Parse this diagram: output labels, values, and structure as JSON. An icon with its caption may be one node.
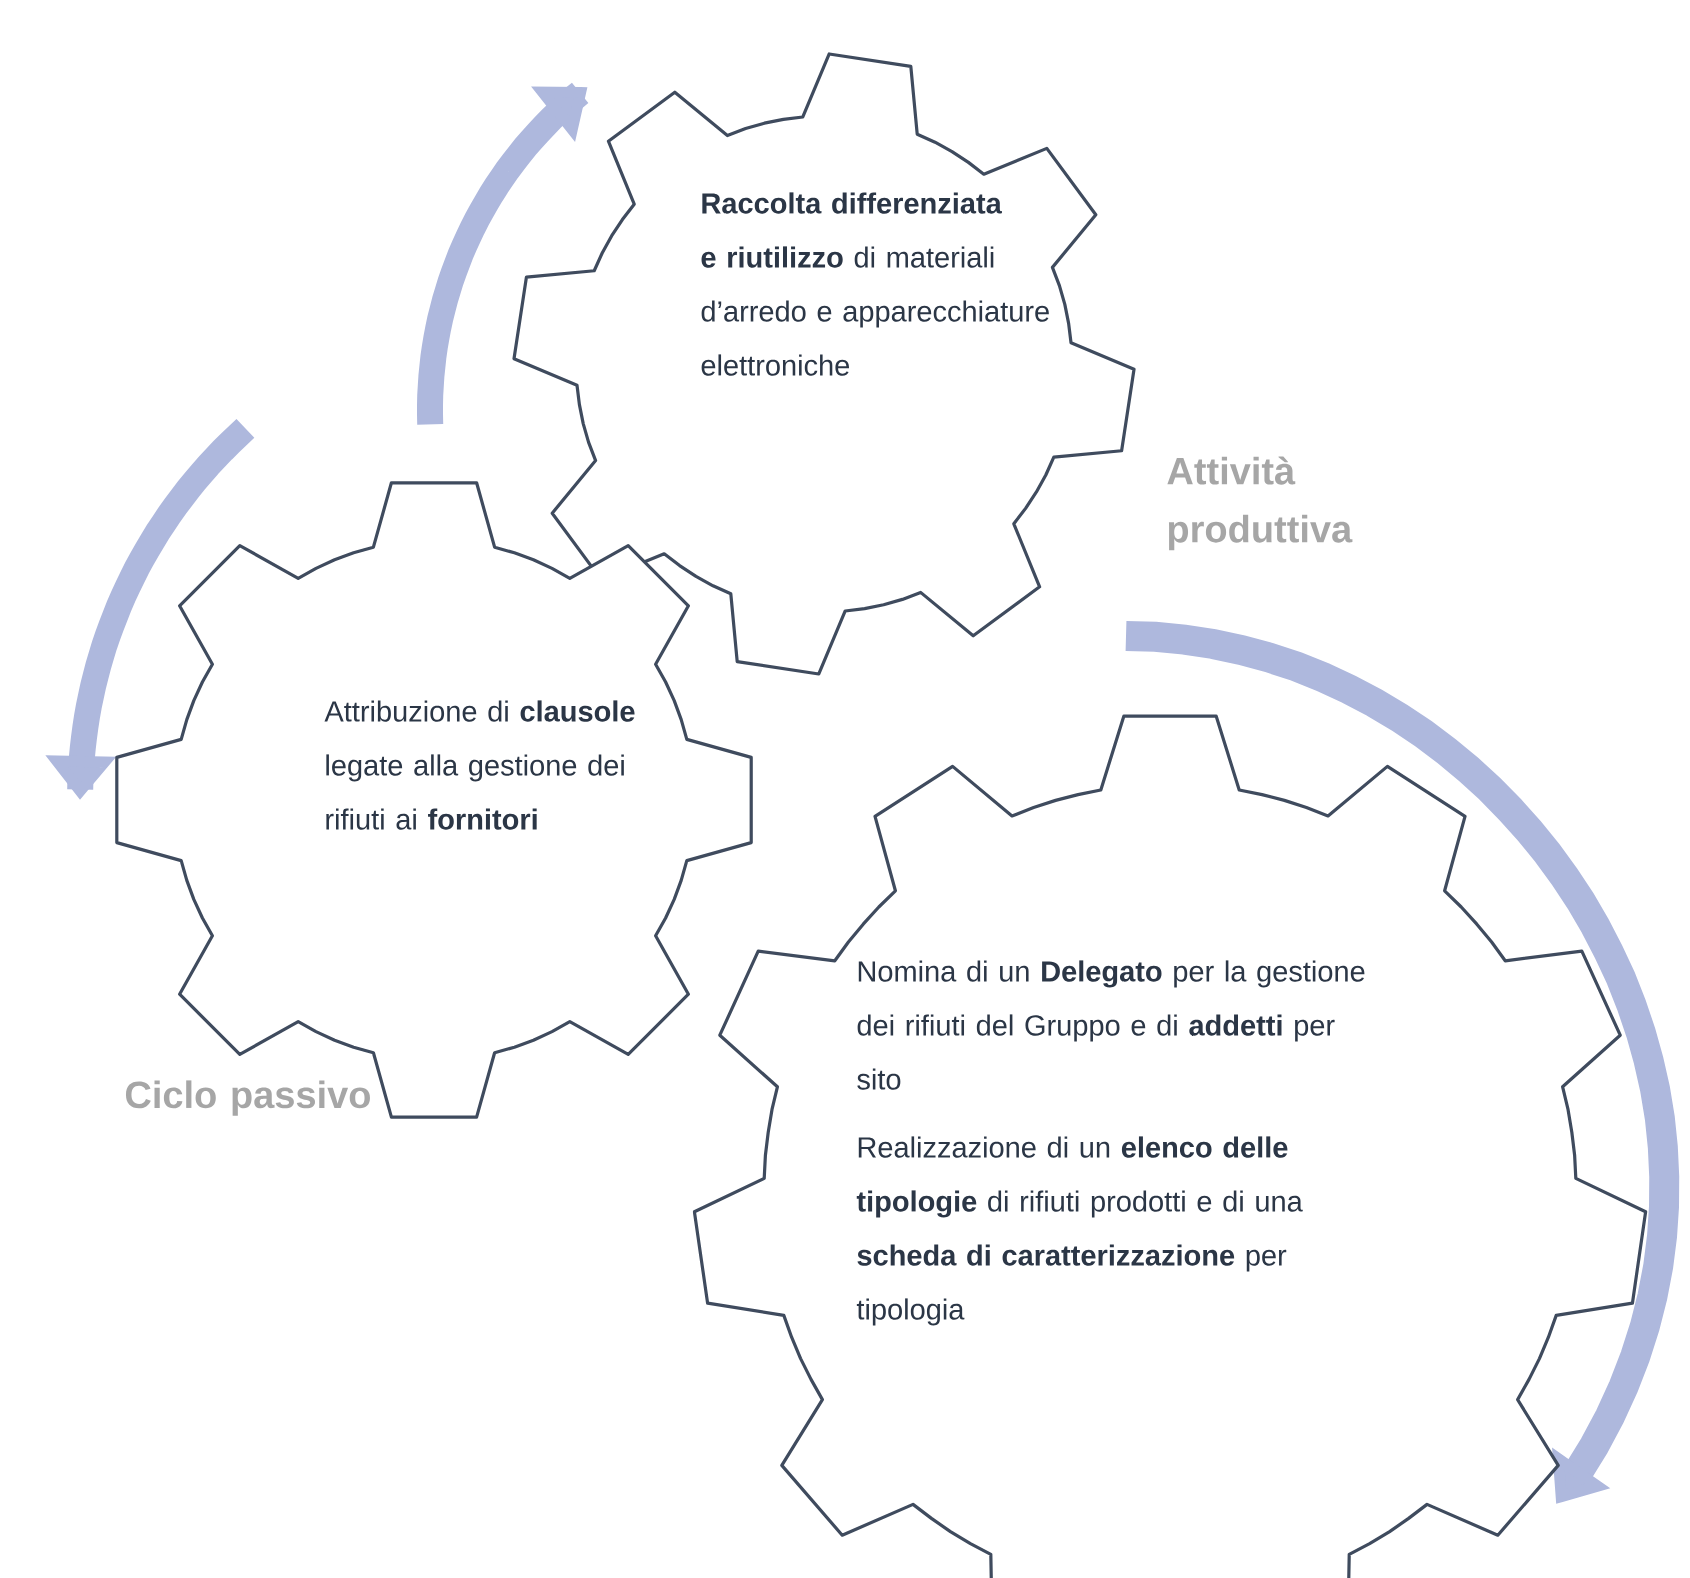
{
  "diagram": {
    "nodes": [
      {
        "text": [
          "**Raccolta differenziata e riutilizzo** di materiali d’arredo e apparecchiature elettroniche"
        ]
      },
      {
        "text": [
          "Attribuzione di **clausole** legate alla gestione dei rifiuti ai **fornitori**"
        ]
      },
      {
        "text": [
          "Nomina di un **Delegato** per la gestione dei rifiuti del Gruppo e di **addetti** per sito",
          "Realizzazione di un **elenco delle tipologie** di rifiuti prodotti e di una **scheda di caratterizzazione** per tipologia"
        ]
      }
    ],
    "labels": [
      "Attività produttiva",
      "Ciclo passivo"
    ]
  }
}
